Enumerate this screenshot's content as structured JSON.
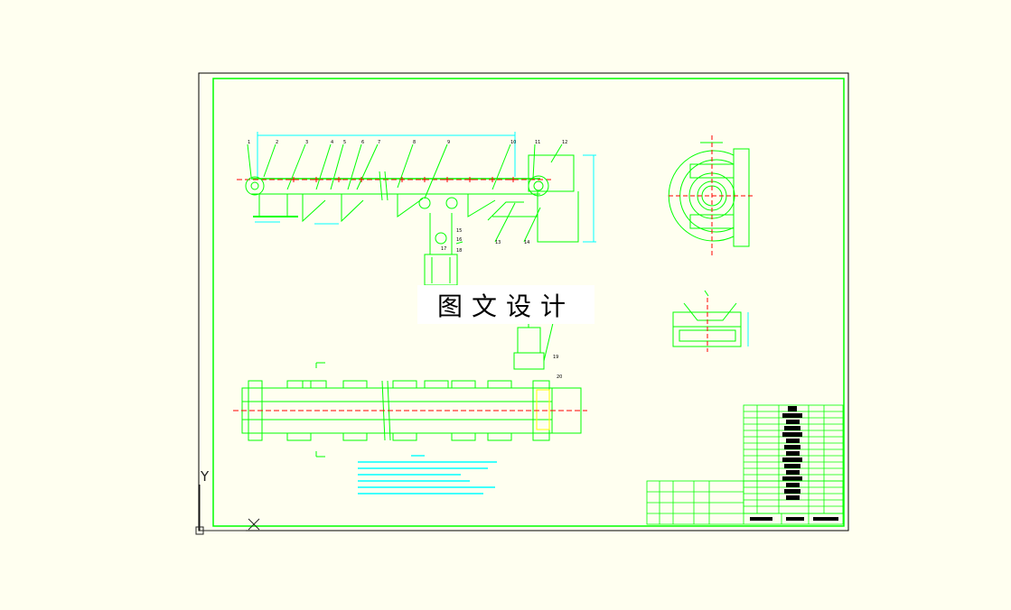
{
  "watermark": "图文设计",
  "ucs": {
    "x_label": "X",
    "y_label": "Y"
  },
  "colors": {
    "background": "#fffff0",
    "frame": "#000000",
    "border": "#00ff00",
    "centerline": "#ff0000",
    "annotation": "#00ffff"
  },
  "side_view": {
    "part_numbers": [
      "1",
      "2",
      "3",
      "4",
      "5",
      "6",
      "7",
      "8",
      "9",
      "10",
      "11",
      "12",
      "13",
      "14",
      "15",
      "16",
      "17",
      "18",
      "19",
      "20"
    ]
  }
}
